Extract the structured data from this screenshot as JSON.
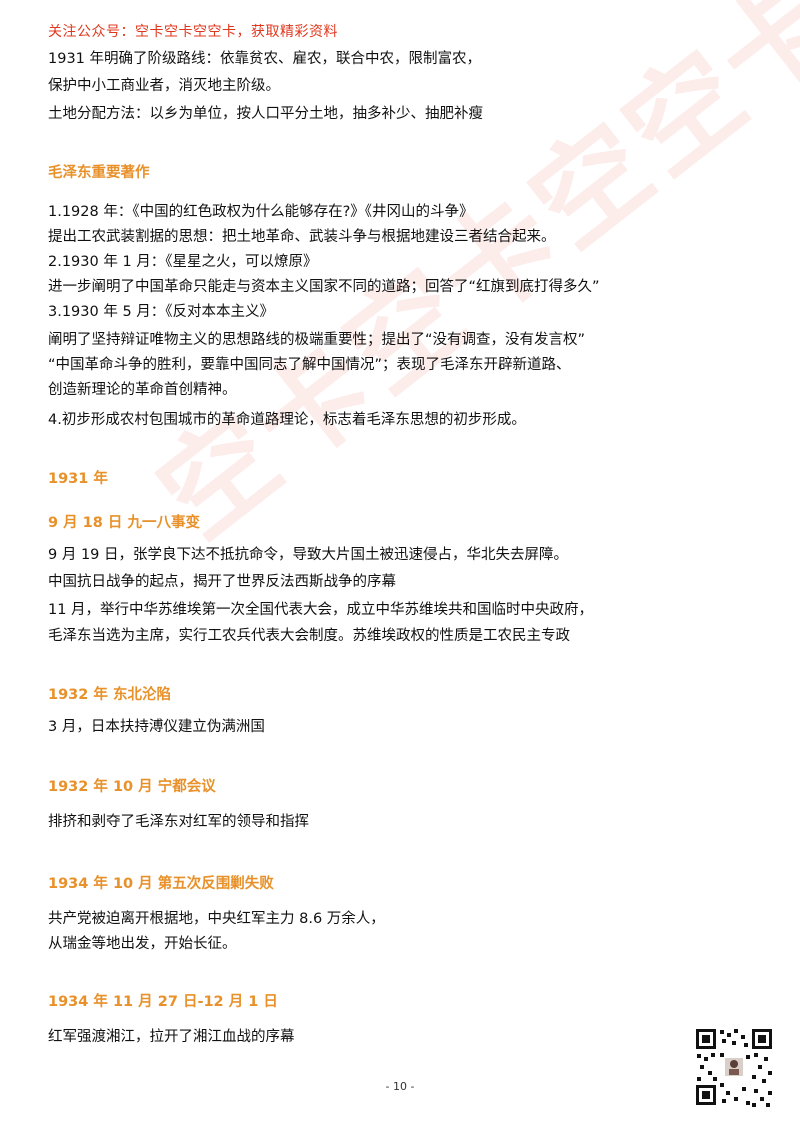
{
  "header": {
    "text": "关注公众号：空卡空卡空空卡，获取精彩资料"
  },
  "watermark": {
    "text": "空卡空卡空空卡"
  },
  "intro": [
    "1931 年明确了阶级路线：依靠贫农、雇农，联合中农，限制富农，",
    "保护中小工商业者，消灭地主阶级。",
    "土地分配方法：以乡为单位，按人口平分土地，抽多补少、抽肥补瘦"
  ],
  "section_works": {
    "heading": "毛泽东重要著作",
    "lines": [
      "1.1928 年：《中国的红色政权为什么能够存在?》《井冈山的斗争》",
      "提出工农武装割据的思想：把土地革命、武装斗争与根据地建设三者结合起来。",
      "2.1930 年 1 月：《星星之火，可以燎原》",
      "进一步阐明了中国革命只能走与资本主义国家不同的道路；回答了“红旗到底打得多久”",
      "3.1930 年 5 月：《反对本本主义》",
      "阐明了坚持辩证唯物主义的思想路线的极端重要性；提出了“没有调查，没有发言权”",
      "“中国革命斗争的胜利，要靠中国同志了解中国情况”；表现了毛泽东开辟新道路、",
      "创造新理论的革命首创精神。",
      "4.初步形成农村包围城市的革命道路理论，标志着毛泽东思想的初步形成。"
    ]
  },
  "year_1931": {
    "heading": "1931 年"
  },
  "event_918": {
    "heading": "9 月 18 日  九一八事变",
    "lines": [
      "9 月 19 日，张学良下达不抵抗命令，导致大片国土被迅速侵占，华北失去屏障。",
      "中国抗日战争的起点，揭开了世界反法西斯战争的序幕",
      "11 月，举行中华苏维埃第一次全国代表大会，成立中华苏维埃共和国临时中央政府，",
      "毛泽东当选为主席，实行工农兵代表大会制度。苏维埃政权的性质是工农民主专政"
    ]
  },
  "event_1932_ne": {
    "heading": "1932 年   东北沦陷",
    "lines": [
      "3 月，日本扶持溥仪建立伪满洲国"
    ]
  },
  "event_1932_ningdu": {
    "heading": "1932 年  10 月  宁都会议",
    "lines": [
      "排挤和剥夺了毛泽东对红军的领导和指挥"
    ]
  },
  "event_1934_fail": {
    "heading": "1934 年  10 月    第五次反围剿失败",
    "lines": [
      "共产党被迫离开根据地，中央红军主力 8.6 万余人，",
      "从瑞金等地出发，开始长征。"
    ]
  },
  "event_1934_xiang": {
    "heading": "1934 年 11 月 27 日-12 月 1 日",
    "lines": [
      "红军强渡湘江，拉开了湘江血战的序幕"
    ]
  },
  "footer": {
    "page_number": "- 10 -"
  }
}
